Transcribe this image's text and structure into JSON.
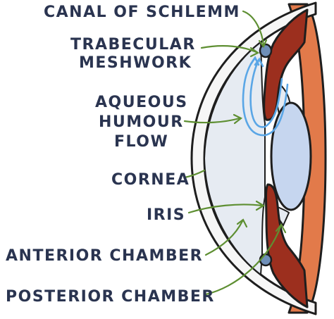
{
  "diagram": {
    "labels": {
      "canal": "CANAL OF SCHLEMM",
      "trabecular_1": "TRABECULAR",
      "trabecular_2": "MESHWORK",
      "aqueous_1": "AQUEOUS",
      "aqueous_2": "HUMOUR",
      "aqueous_3": "FLOW",
      "cornea": "CORNEA",
      "iris": "IRIS",
      "anterior": "ANTERIOR CHAMBER",
      "posterior": "POSTERIOR CHAMBER"
    },
    "colors": {
      "sclera_orange": "#e27a4a",
      "iris_brown": "#9c2f1e",
      "lens_blue": "#c6d6ef",
      "chamber_fill": "#e6ebf2",
      "cornea_fill": "#f6f6f6",
      "flow_arrow": "#5aa6e6",
      "leader_green": "#5e8f32",
      "label_navy": "#2a3450"
    }
  }
}
